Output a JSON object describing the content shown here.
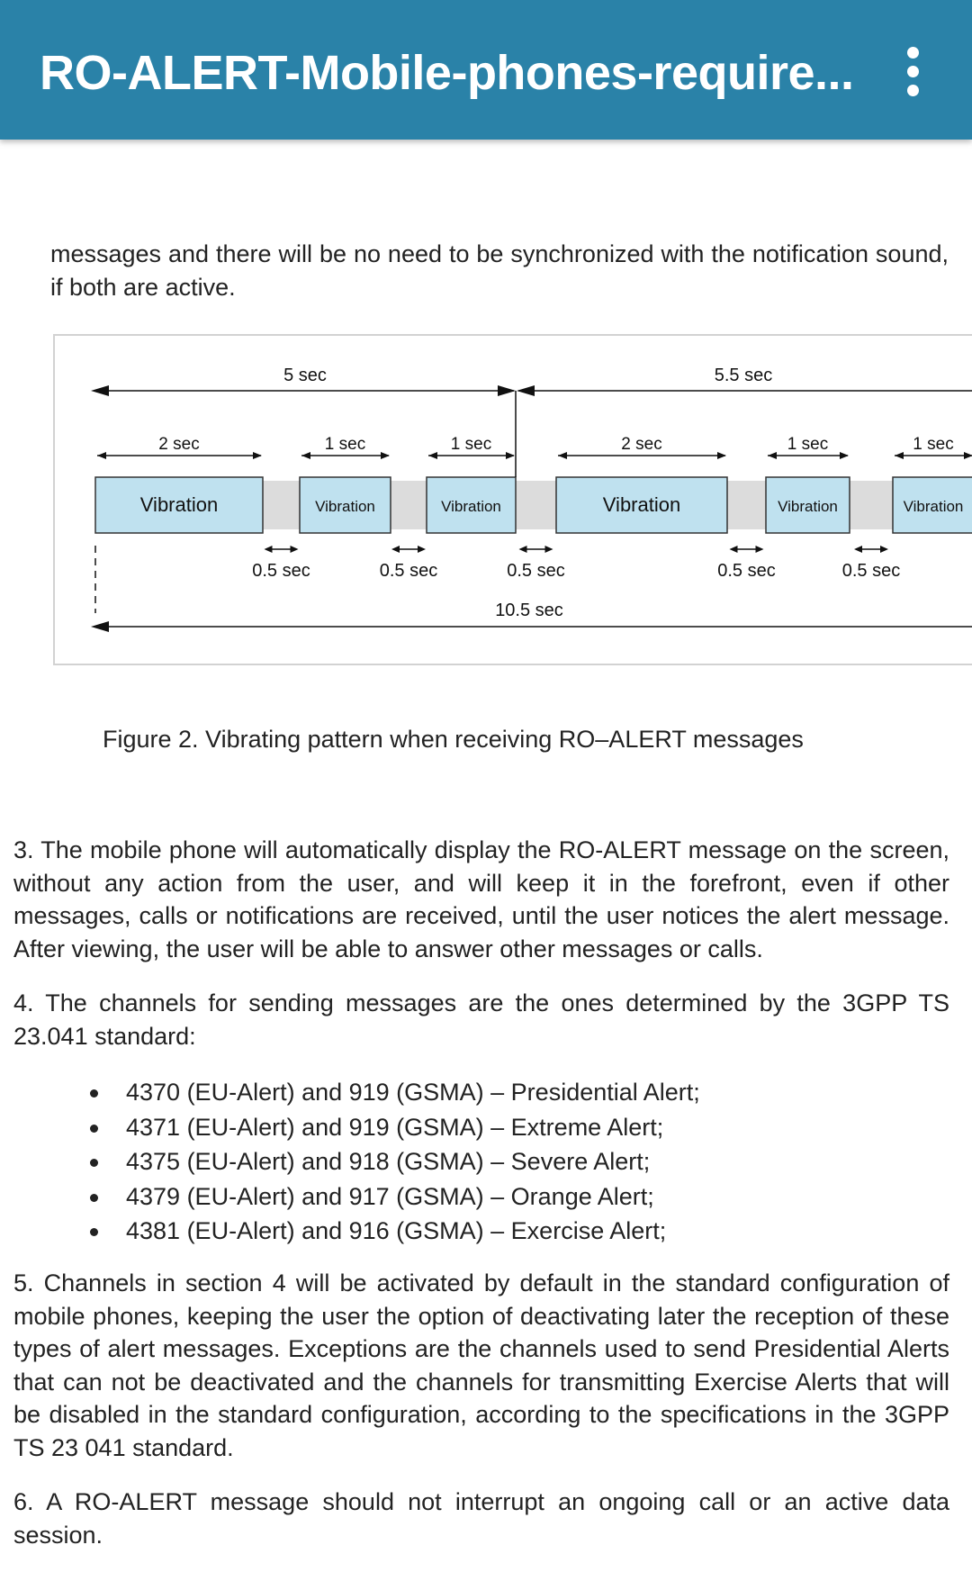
{
  "app_bar": {
    "title": "RO-ALERT-Mobile-phones-require...",
    "menu_icon": "more-vert-icon"
  },
  "document": {
    "intro": "messages and there will be no need to be synchronized with the notification sound, if both are active.",
    "figure": {
      "total_top_left": "5 sec",
      "total_top_right": "5.5 sec",
      "total_bottom": "10.5 sec",
      "gap_label": "0.5 sec",
      "blocks": [
        {
          "label": "Vibration",
          "duration": "2 sec"
        },
        {
          "label": "Vibration",
          "duration": "1 sec"
        },
        {
          "label": "Vibration",
          "duration": "1 sec"
        },
        {
          "label": "Vibration",
          "duration": "2 sec"
        },
        {
          "label": "Vibration",
          "duration": "1 sec"
        },
        {
          "label": "Vibration",
          "duration": "1 sec"
        }
      ],
      "block_fill": "#bfe1ef",
      "gap_fill": "#dcdcdc"
    },
    "caption": "Figure 2. Vibrating pattern when receiving RO–ALERT messages",
    "p3": "3. The mobile phone will automatically display the RO-ALERT message on the screen, without any action from the user, and will keep it in the forefront, even if other messages, calls or notifications are received, until the user notices the alert message. After viewing, the user will be able to answer other messages or calls.",
    "p4": "4. The channels for sending messages are the ones determined by the 3GPP TS 23.041 standard:",
    "channels": [
      "4370 (EU-Alert) and 919 (GSMA) – Presidential Alert;",
      "4371 (EU-Alert) and 919 (GSMA) – Extreme Alert;",
      "4375 (EU-Alert) and 918 (GSMA) – Severe Alert;",
      "4379 (EU-Alert) and 917 (GSMA) – Orange Alert;",
      "4381 (EU-Alert) and 916 (GSMA) – Exercise Alert;"
    ],
    "p5": "5. Channels in section 4 will be activated by default in the standard configuration of mobile phones, keeping the user the option of deactivating later the reception of these types of alert messages. Exceptions are the channels used to send Presidential Alerts that can not be deactivated and the channels for transmitting Exercise Alerts that will be disabled in the standard configuration, according to the specifications in the 3GPP TS 23 041 standard.",
    "p6": "6. A RO-ALERT message should not interrupt an ongoing call or an active data session."
  }
}
